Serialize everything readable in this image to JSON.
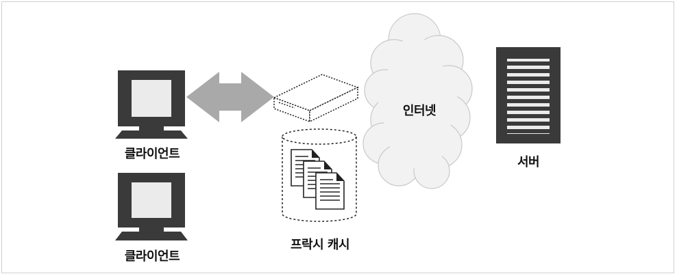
{
  "labels": {
    "client_1": "클라이언트",
    "client_2": "클라이언트",
    "proxy_cache": "프락시 캐시",
    "internet": "인터넷",
    "server": "서버"
  },
  "colors": {
    "device_dark": "#3a3a3a",
    "screen_light": "#ebebeb",
    "arrow_gray": "#a9a9a9",
    "cloud_fill": "#f2f2f2",
    "outline": "#222222"
  }
}
